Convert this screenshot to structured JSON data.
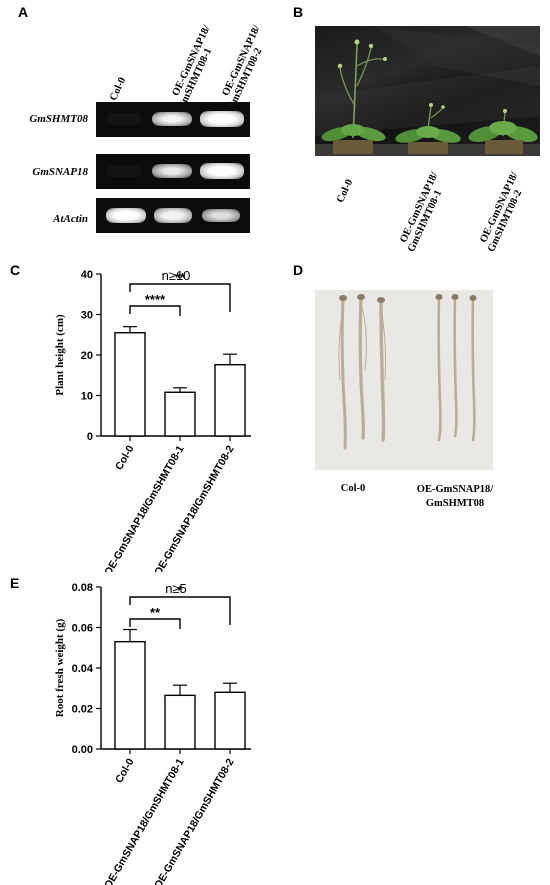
{
  "panel_labels": {
    "a": "A",
    "b": "B",
    "c": "C",
    "d": "D",
    "e": "E"
  },
  "gel": {
    "lanes": [
      "Col-0",
      "OE-GmSNAP18/\nGmSHMT08-1",
      "OE-GmSNAP18/\nGmSHMT08-2"
    ],
    "rows": [
      {
        "gene": "GmSHMT08",
        "intensity": [
          0.05,
          0.9,
          1.0
        ]
      },
      {
        "gene": "GmSNAP18",
        "intensity": [
          0.05,
          0.85,
          1.0
        ]
      },
      {
        "gene": "AtActin",
        "intensity": [
          1.0,
          0.9,
          0.8
        ]
      }
    ]
  },
  "photo_b": {
    "labels": [
      "Col-0",
      "OE-GmSNAP18/\nGmSHMT08-1",
      "OE-GmSNAP18/\nGmSHMT08-2"
    ]
  },
  "photo_d": {
    "labels": [
      "Col-0",
      "OE-GmSNAP18/\nGmSHMT08"
    ]
  },
  "chart_data": [
    {
      "type": "bar",
      "panel": "C",
      "title": "",
      "annotation": "n≥10",
      "ylabel": "Plant height (cm)",
      "xlabel": "",
      "ylim": [
        0,
        40
      ],
      "yticks": [
        "0",
        "10",
        "20",
        "30",
        "40"
      ],
      "categories": [
        "Col-0",
        "OE-GmSNAP18/GmSHMT08-1",
        "OE-GmSNAP18/GmSHMT08-2"
      ],
      "values": [
        25.5,
        10.8,
        17.6
      ],
      "errors": [
        1.5,
        1.1,
        2.6
      ],
      "significance": [
        {
          "from": 0,
          "to": 1,
          "label": "****"
        },
        {
          "from": 0,
          "to": 2,
          "label": "**"
        }
      ]
    },
    {
      "type": "bar",
      "panel": "E",
      "title": "",
      "annotation": "n≥5",
      "ylabel": "Root  fresh weight (g)",
      "xlabel": "",
      "ylim": [
        0,
        0.08
      ],
      "yticks": [
        "0.00",
        "0.02",
        "0.04",
        "0.06",
        "0.08"
      ],
      "categories": [
        "Col-0",
        "OE-GmSNAP18/GmSHMT08-1",
        "OE-GmSNAP18/GmSHMT08-2"
      ],
      "values": [
        0.053,
        0.0265,
        0.028
      ],
      "errors": [
        0.006,
        0.005,
        0.0045
      ],
      "significance": [
        {
          "from": 0,
          "to": 1,
          "label": "**"
        },
        {
          "from": 0,
          "to": 2,
          "label": "*"
        }
      ]
    }
  ]
}
